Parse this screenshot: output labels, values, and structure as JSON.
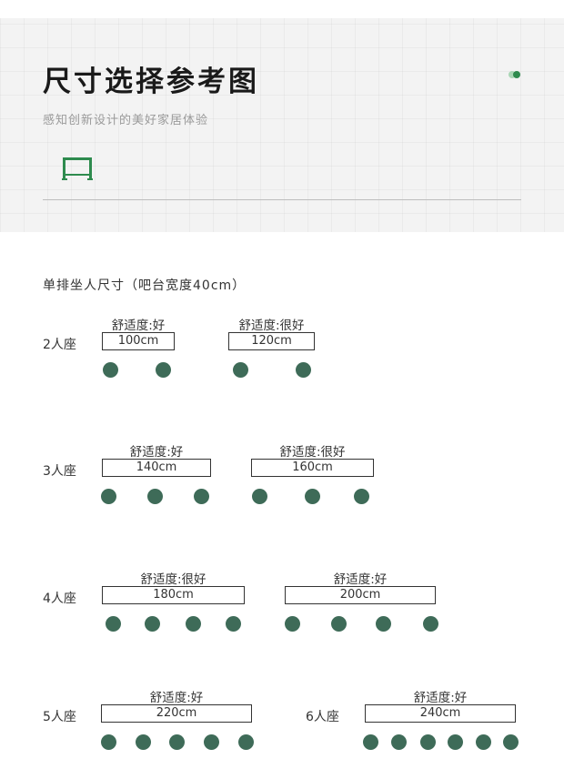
{
  "header": {
    "title": "尺寸选择参考图",
    "subtitle": "感知创新设计的美好家居体验",
    "accent_color": "#2e8b4e",
    "icon": "bar-table-icon"
  },
  "section": {
    "title": "单排坐人尺寸（吧台宽度40cm）"
  },
  "rows": [
    {
      "label": "2人座",
      "options": [
        {
          "comfort": "舒适度:好",
          "width": "100cm",
          "seats": 2
        },
        {
          "comfort": "舒适度:很好",
          "width": "120cm",
          "seats": 2
        }
      ]
    },
    {
      "label": "3人座",
      "options": [
        {
          "comfort": "舒适度:好",
          "width": "140cm",
          "seats": 3
        },
        {
          "comfort": "舒适度:很好",
          "width": "160cm",
          "seats": 3
        }
      ]
    },
    {
      "label": "4人座",
      "options": [
        {
          "comfort": "舒适度:很好",
          "width": "180cm",
          "seats": 4
        },
        {
          "comfort": "舒适度:好",
          "width": "200cm",
          "seats": 4
        }
      ]
    },
    {
      "label": "5人座",
      "options": [
        {
          "comfort": "舒适度:好",
          "width": "220cm",
          "seats": 5
        }
      ]
    },
    {
      "label": "6人座",
      "options": [
        {
          "comfort": "舒适度:好",
          "width": "240cm",
          "seats": 6
        }
      ]
    }
  ],
  "seat_color": "#3e6b58"
}
